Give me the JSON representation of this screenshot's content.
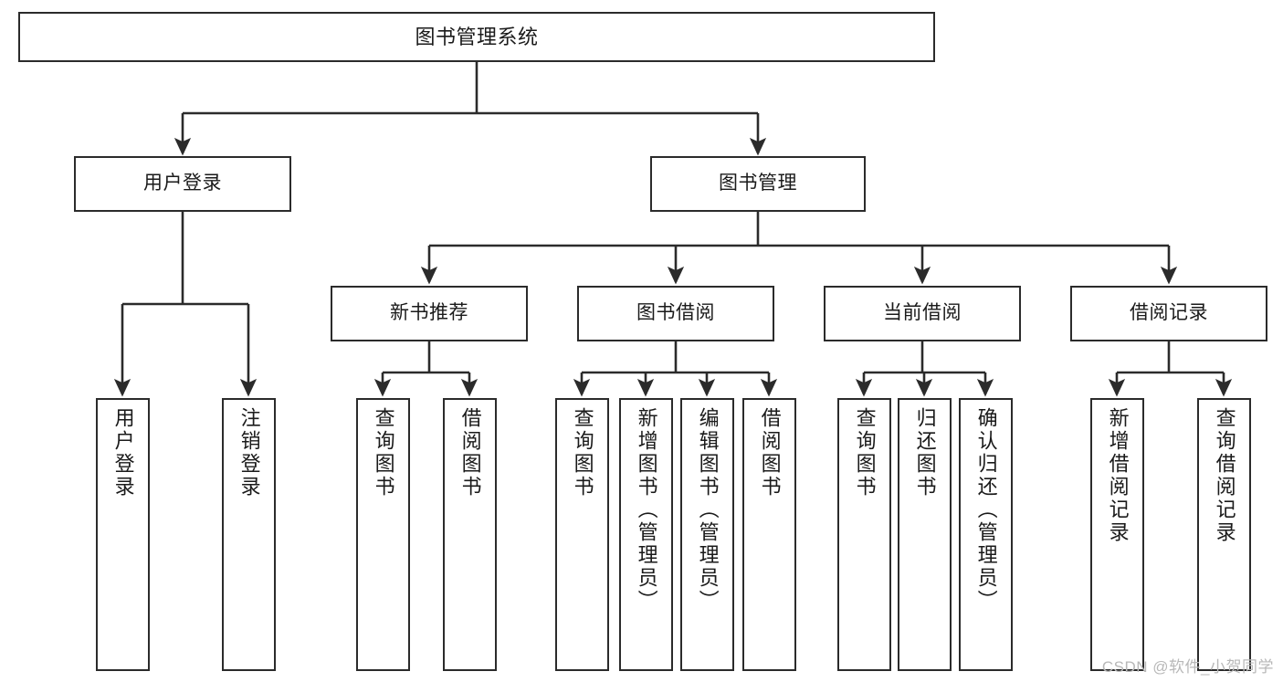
{
  "diagram": {
    "type": "tree-hierarchy-chart",
    "title": "图书管理系统",
    "colors": {
      "stroke": "#2b2b2b",
      "fill": "#ffffff",
      "text": "#1a1a1a",
      "watermark": "#b8b8b8"
    },
    "levels": {
      "level1": [
        "图书管理系统"
      ],
      "level2": [
        "用户登录",
        "图书管理"
      ],
      "level3": [
        "新书推荐",
        "图书借阅",
        "当前借阅",
        "借阅记录"
      ],
      "level4": [
        "用户登录",
        "注销登录",
        "查询图书",
        "借阅图书",
        "查询图书",
        "新增图书（管理员）",
        "编辑图书（管理员）",
        "借阅图书",
        "查询图书",
        "归还图书",
        "确认归还（管理员）",
        "新增借阅记录",
        "查询借阅记录"
      ]
    },
    "nodes": {
      "root": {
        "label": "图书管理系统"
      },
      "user_login": {
        "label": "用户登录"
      },
      "book_mgmt": {
        "label": "图书管理"
      },
      "new_book_rec": {
        "label": "新书推荐"
      },
      "book_borrow": {
        "label": "图书借阅"
      },
      "current_borrow": {
        "label": "当前借阅"
      },
      "borrow_record": {
        "label": "借阅记录"
      },
      "leaf_user_login": {
        "label": "用户登录"
      },
      "leaf_logout": {
        "label": "注销登录"
      },
      "leaf_query_book_1": {
        "label": "查询图书"
      },
      "leaf_borrow_book_1": {
        "label": "借阅图书"
      },
      "leaf_query_book_2": {
        "label": "查询图书"
      },
      "leaf_add_book_admin": {
        "label": "新增图书（管理员）"
      },
      "leaf_edit_book_admin": {
        "label": "编辑图书（管理员）"
      },
      "leaf_borrow_book_2": {
        "label": "借阅图书"
      },
      "leaf_query_book_3": {
        "label": "查询图书"
      },
      "leaf_return_book": {
        "label": "归还图书"
      },
      "leaf_confirm_return_admin": {
        "label": "确认归还（管理员）"
      },
      "leaf_add_borrow_record": {
        "label": "新增借阅记录"
      },
      "leaf_query_borrow_record": {
        "label": "查询借阅记录"
      }
    },
    "edges": [
      {
        "from": "root",
        "to": "user_login"
      },
      {
        "from": "root",
        "to": "book_mgmt"
      },
      {
        "from": "user_login",
        "to": "leaf_user_login"
      },
      {
        "from": "user_login",
        "to": "leaf_logout"
      },
      {
        "from": "book_mgmt",
        "to": "new_book_rec"
      },
      {
        "from": "book_mgmt",
        "to": "book_borrow"
      },
      {
        "from": "book_mgmt",
        "to": "current_borrow"
      },
      {
        "from": "book_mgmt",
        "to": "borrow_record"
      },
      {
        "from": "new_book_rec",
        "to": "leaf_query_book_1"
      },
      {
        "from": "new_book_rec",
        "to": "leaf_borrow_book_1"
      },
      {
        "from": "book_borrow",
        "to": "leaf_query_book_2"
      },
      {
        "from": "book_borrow",
        "to": "leaf_add_book_admin"
      },
      {
        "from": "book_borrow",
        "to": "leaf_edit_book_admin"
      },
      {
        "from": "book_borrow",
        "to": "leaf_borrow_book_2"
      },
      {
        "from": "current_borrow",
        "to": "leaf_query_book_3"
      },
      {
        "from": "current_borrow",
        "to": "leaf_return_book"
      },
      {
        "from": "current_borrow",
        "to": "leaf_confirm_return_admin"
      },
      {
        "from": "borrow_record",
        "to": "leaf_add_borrow_record"
      },
      {
        "from": "borrow_record",
        "to": "leaf_query_borrow_record"
      }
    ]
  },
  "watermark": {
    "text": "CSDN @软件_小贺同学"
  }
}
